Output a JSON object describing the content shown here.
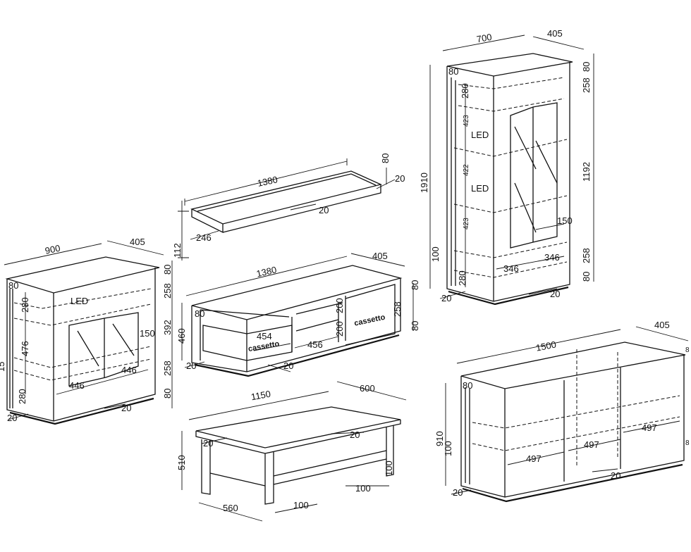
{
  "shelf": {
    "width": "1380",
    "height": "80",
    "thickness": "20",
    "depth": "246",
    "side": "112",
    "gap": "20"
  },
  "tv_stand": {
    "width": "1380",
    "depth": "405",
    "height": "460",
    "top_h": "80",
    "drawer_h": "200",
    "drawer2_h": "200",
    "door_h": "258",
    "bottom_h": "80",
    "left_top": "80",
    "drawer_w": "454",
    "open_w": "456",
    "foot": "20",
    "foot2": "20",
    "drawer_label": "cassetto",
    "drawer_label2": "cassetto"
  },
  "sideboard_small": {
    "width": "900",
    "depth": "405",
    "top": "80",
    "h258a": "258",
    "h392": "392",
    "h258b": "258",
    "h80": "80",
    "left80": "80",
    "h280": "280",
    "h476": "476",
    "h280b": "280",
    "w446a": "446",
    "w446b": "446",
    "w150": "150",
    "foot": "20",
    "foot_l": "20",
    "led": "LED",
    "cut": "15"
  },
  "vitrine": {
    "width": "700",
    "depth": "405",
    "total_h": "1910",
    "top": "80",
    "h258": "258",
    "h1192": "1192",
    "h258b": "258",
    "h80": "80",
    "left80": "80",
    "h280": "280",
    "s423a": "423",
    "s422": "422",
    "s423b": "423",
    "h100": "100",
    "h280b": "280",
    "w346a": "346",
    "w346b": "346",
    "w150": "150",
    "foot": "20",
    "foot_l": "20",
    "led1": "LED",
    "led2": "LED"
  },
  "coffee_table": {
    "width": "1150",
    "depth": "600",
    "height": "510",
    "leg": "100",
    "leg2": "100",
    "leg3": "100",
    "depth_b": "560",
    "top": "20",
    "shelf": "20"
  },
  "sideboard_large": {
    "width": "1500",
    "depth": "405",
    "height": "910",
    "left80": "80",
    "h100": "100",
    "w497a": "497",
    "w497b": "497",
    "w497c": "497",
    "foot": "20",
    "foot_l": "20",
    "edge_top": "8",
    "edge_r": "8"
  }
}
